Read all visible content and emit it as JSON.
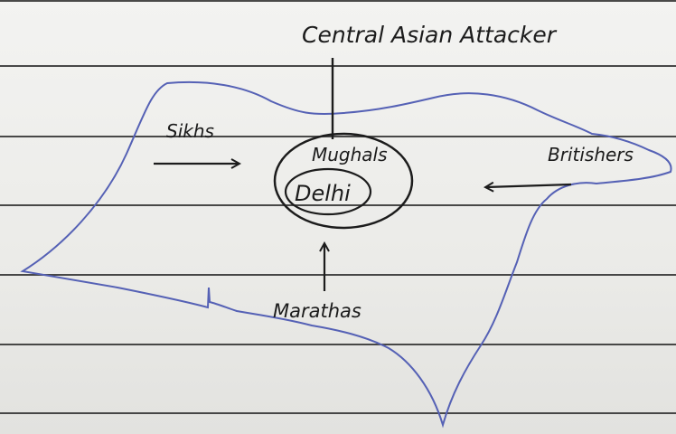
{
  "labels": {
    "top_attacker": "Central Asian Attacker",
    "left_attacker": "Sikhs",
    "right_attacker": "Britishers",
    "bottom_attacker": "Marathas",
    "outer_ring": "Mughals",
    "center": "Delhi"
  },
  "colors": {
    "ink": "#1c1c1c",
    "map_outline": "#5561b5",
    "paper": "#eeeeec",
    "ruled_line": "#2a2a2a"
  }
}
